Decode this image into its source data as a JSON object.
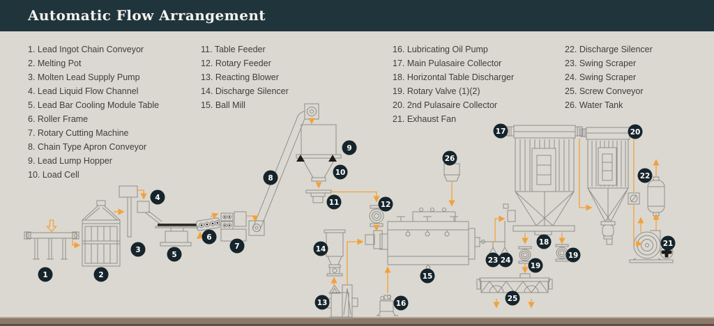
{
  "header": {
    "title": "Automatic Flow Arrangement"
  },
  "legend": {
    "columns": [
      {
        "items": [
          "1. Lead Ingot Chain Conveyor",
          "2. Melting Pot",
          "3. Molten Lead Supply Pump",
          "4. Lead Liquid Flow Channel",
          "5. Lead Bar Cooling Module Table",
          "6. Roller Frame",
          "7. Rotary Cutting Machine",
          "8. Chain Type Apron Conveyor",
          "9. Lead Lump Hopper",
          "10. Load Cell"
        ]
      },
      {
        "items": [
          "11. Table Feeder",
          "12. Rotary Feeder",
          "13. Reacting Blower",
          "14. Discharge Silencer",
          "15. Ball Mill"
        ]
      },
      {
        "items": [
          "16. Lubricating Oil Pump",
          "17. Main Pulasaire Collector",
          "18. Horizontal Table Discharger",
          "19. Rotary Valve (1)(2)",
          "20. 2nd Pulasaire Collector",
          "21. Exhaust Fan"
        ]
      },
      {
        "items": [
          "22. Discharge Silencer",
          "23. Swing Scraper",
          "24. Swing Scraper",
          "25. Screw Conveyor",
          "26. Water Tank"
        ]
      }
    ]
  },
  "diagram": {
    "badges": [
      "1",
      "2",
      "3",
      "4",
      "5",
      "6",
      "7",
      "8",
      "9",
      "10",
      "11",
      "12",
      "13",
      "14",
      "15",
      "16",
      "17",
      "18",
      "19",
      "20",
      "21",
      "22",
      "23",
      "24",
      "25",
      "26"
    ],
    "colors": {
      "accent_orange": "#F2A13C",
      "line_gray": "#8F8E8A",
      "badge_dark": "#16242B",
      "header_teal": "#20343C",
      "background": "#DBD8D1",
      "ground_brown": "#8B7868"
    }
  }
}
